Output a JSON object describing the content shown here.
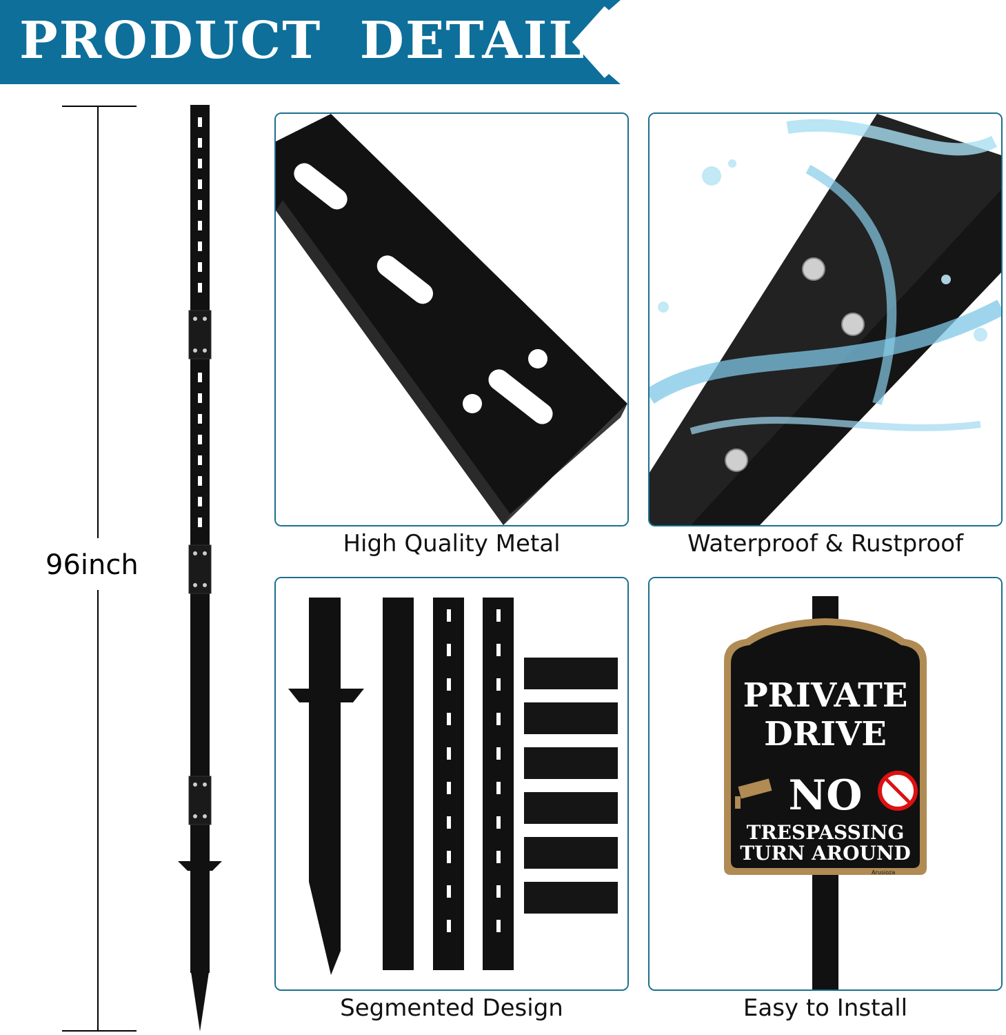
{
  "header": {
    "title": "PRODUCT  DETAILS"
  },
  "dimension": {
    "label": "96inch"
  },
  "panels": [
    {
      "caption": "High Quality Metal"
    },
    {
      "caption": "Waterproof  &  Rustproof"
    },
    {
      "caption": "Segmented Design"
    },
    {
      "caption": "Easy to Install"
    }
  ],
  "sign": {
    "line1": "PRIVATE",
    "line2": "DRIVE",
    "line3": "NO",
    "line4": "TRESPASSING",
    "line5": "TURN AROUND",
    "brand": "Arusioza"
  },
  "colors": {
    "banner": "#0d6f9a",
    "border": "#1b6f8f",
    "sign_gold": "#b08b54"
  }
}
